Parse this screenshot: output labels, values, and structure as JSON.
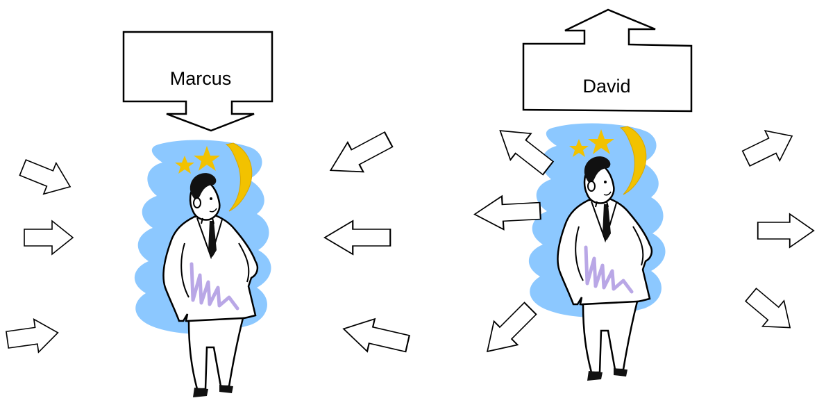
{
  "left_figure": {
    "name_label": "Marcus"
  },
  "right_figure": {
    "name_label": "David"
  },
  "colors": {
    "outline": "#000000",
    "arrow_fill": "#ffffff",
    "sky_blob": "#8cc8ff",
    "moon_stars": "#f2c200",
    "scribble": "#b9a7e6",
    "skin": "#ffffff"
  },
  "icons": [
    "block-arrow-icon",
    "crescent-moon-icon",
    "star-icon",
    "thinking-man-illustration"
  ]
}
